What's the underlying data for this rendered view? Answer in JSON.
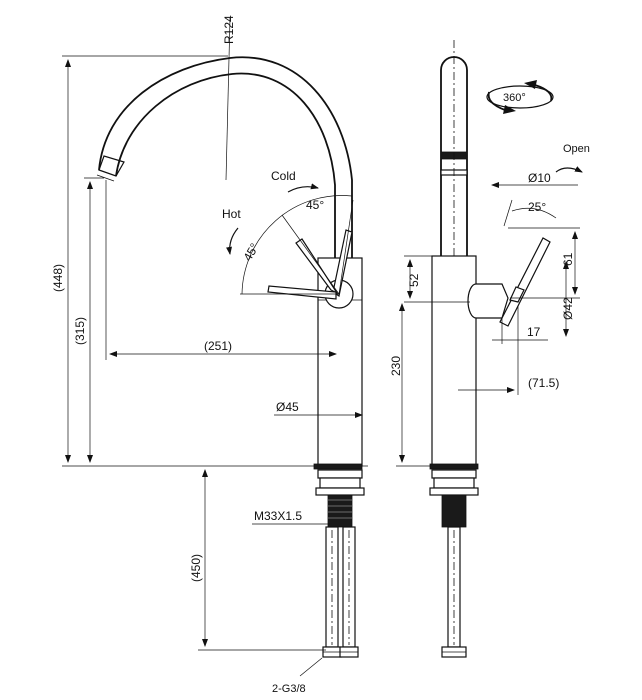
{
  "labels": {
    "radius": "R124",
    "cold": "Cold",
    "hot": "Hot",
    "cold_angle": "45°",
    "hot_angle": "45°",
    "total_height": "(448)",
    "spout_height": "(315)",
    "spout_reach": "(251)",
    "body_diameter": "Ø45",
    "thread": "M33X1.5",
    "hose_length": "(450)",
    "connection": "2-G3/8",
    "rotation": "360°",
    "open": "Open",
    "handle_diameter": "Ø10",
    "open_angle": "25°",
    "lever_offset": "61",
    "boss_height": "52",
    "boss_diameter": "Ø42",
    "boss_depth": "17",
    "body_height": "230",
    "side_reach": "(71.5)"
  }
}
